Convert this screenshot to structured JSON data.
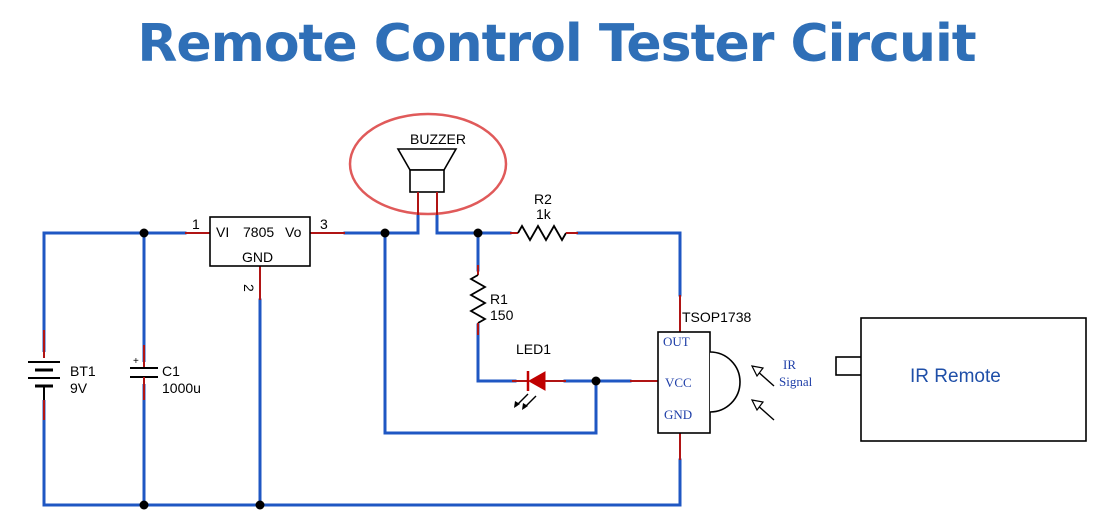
{
  "title": "Remote Control Tester Circuit",
  "labels": {
    "buzzer": "BUZZER",
    "r2_name": "R2",
    "r2_value": "1k",
    "reg_pin1": "1",
    "reg_pin2": "2",
    "reg_pin3": "3",
    "reg_vi": "VI",
    "reg_part": "7805",
    "reg_vo": "Vo",
    "reg_gnd": "GND",
    "r1_name": "R1",
    "r1_value": "150",
    "led": "LED1",
    "bt_name": "BT1",
    "bt_value": "9V",
    "c_name": "C1",
    "c_value": "1000u",
    "tsop_name": "TSOP1738",
    "tsop_out": "OUT",
    "tsop_vcc": "VCC",
    "tsop_gnd": "GND",
    "ir_line1": "IR",
    "ir_line2": "Signal",
    "remote": "IR Remote"
  },
  "colors": {
    "title": "#2f6fb7",
    "wire": "#1f57c3",
    "pin": "#b01414",
    "led": "#c00000",
    "highlight": "#e05a5a"
  }
}
